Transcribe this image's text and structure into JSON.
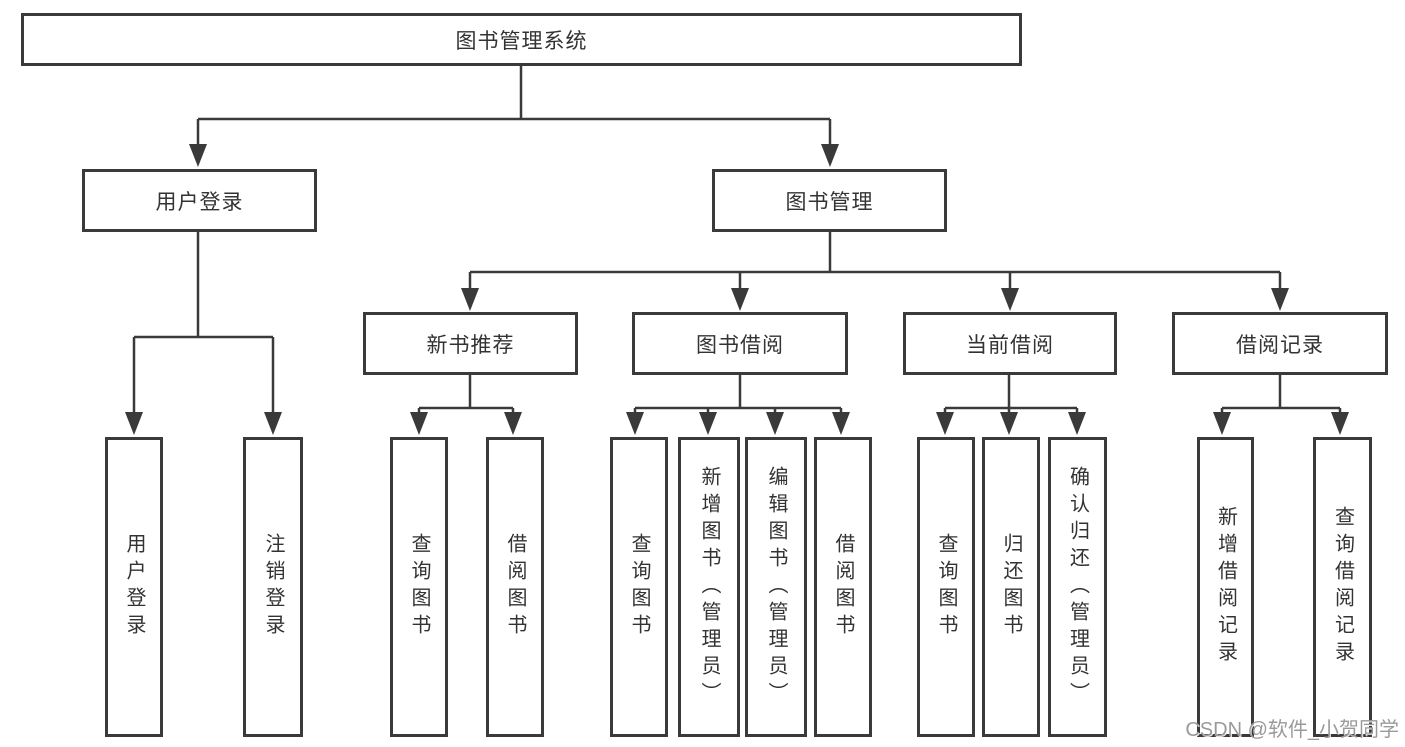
{
  "colors": {
    "line": "#3a3a3a",
    "text": "#333333",
    "box_bg": "#ffffff",
    "watermark": "#9a9a9a",
    "background": "#ffffff"
  },
  "tree": {
    "root": {
      "label": "图书管理系统"
    },
    "branches": [
      {
        "label": "用户登录",
        "children": [
          {
            "label": "用户登录"
          },
          {
            "label": "注销登录"
          }
        ]
      },
      {
        "label": "图书管理",
        "children": [
          {
            "label": "新书推荐",
            "children": [
              {
                "label": "查询图书"
              },
              {
                "label": "借阅图书"
              }
            ]
          },
          {
            "label": "图书借阅",
            "children": [
              {
                "label": "查询图书"
              },
              {
                "label": "新增图书（管理员）"
              },
              {
                "label": "编辑图书（管理员）"
              },
              {
                "label": "借阅图书"
              }
            ]
          },
          {
            "label": "当前借阅",
            "children": [
              {
                "label": "查询图书"
              },
              {
                "label": "归还图书"
              },
              {
                "label": "确认归还（管理员）"
              }
            ]
          },
          {
            "label": "借阅记录",
            "children": [
              {
                "label": "新增借阅记录"
              },
              {
                "label": "查询借阅记录"
              }
            ]
          }
        ]
      }
    ]
  },
  "watermark": {
    "text": "CSDN @软件_小贺同学"
  }
}
